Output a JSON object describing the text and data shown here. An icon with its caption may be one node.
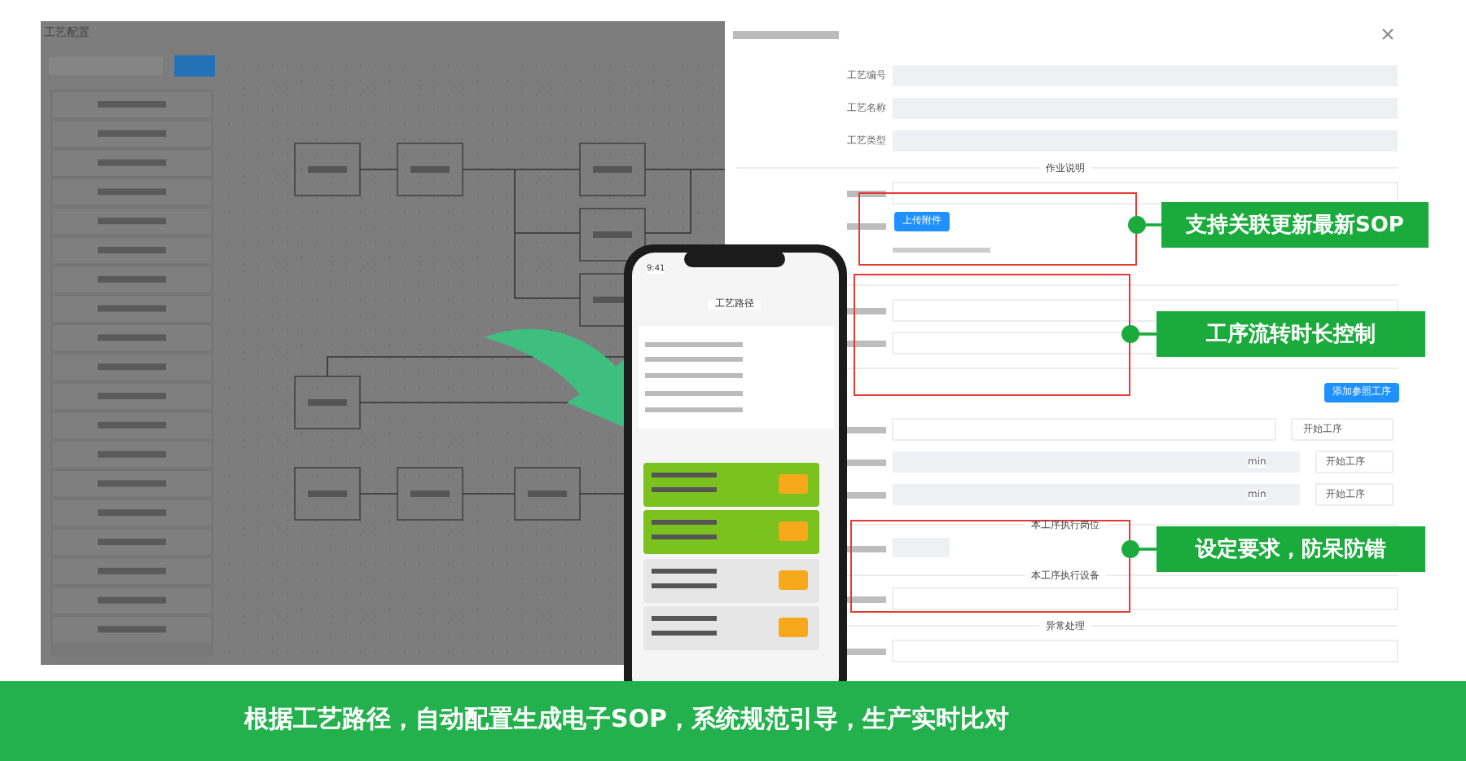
{
  "diagram": {
    "caption": "根据工艺路径，自动配置生成电子SOP，系统规范引导，生产实时比对",
    "nodes": [
      {
        "text": [],
        "shape": "box"
      },
      {
        "text": [
          "支持关联更新最新SOP"
        ]
      },
      {
        "text": [],
        "shape": "box"
      },
      {
        "text": [
          "工序流转时长控制"
        ]
      },
      {
        "text": [],
        "shape": "box"
      },
      {
        "text": [
          "设定要求，防呆防错"
        ]
      }
    ],
    "edges": [
      {
        "from": 1,
        "to": 0,
        "arrow": "other"
      },
      {
        "from": 3,
        "to": 2,
        "arrow": "other"
      },
      {
        "from": 5,
        "to": 4,
        "arrow": "other"
      }
    ],
    "labels": [
      "工艺配置",
      "9:41",
      "工艺路径",
      "工艺编号",
      "工艺名称",
      "工艺类型",
      "作业说明",
      "上传附件",
      "添加参照工序",
      "开始工序",
      "min",
      "开始工序",
      "min",
      "开始工序",
      "本工序执行岗位",
      "本工序执行设备",
      "异常处理"
    ]
  }
}
